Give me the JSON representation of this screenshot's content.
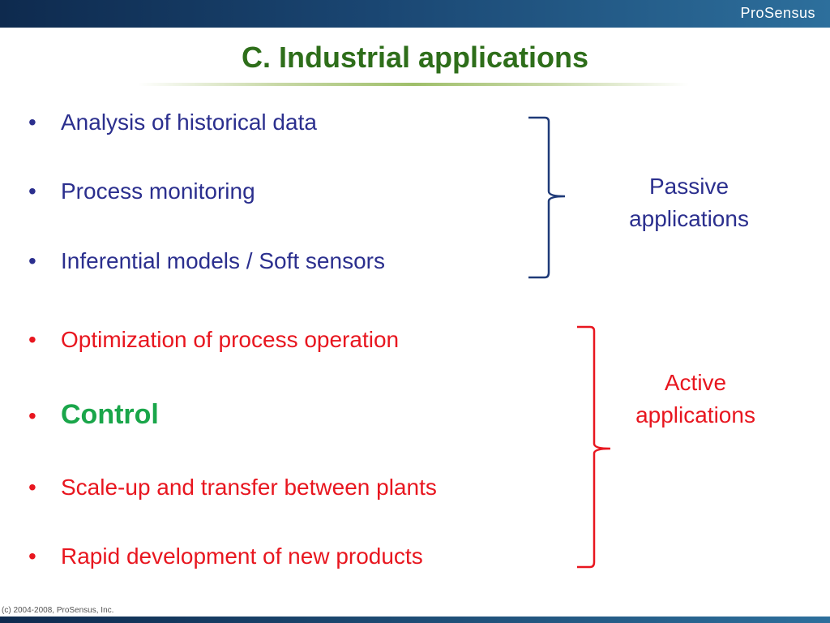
{
  "header": {
    "logo": "ProSensus"
  },
  "title": "C. Industrial applications",
  "passive": {
    "items": [
      "Analysis of historical data",
      "Process monitoring",
      "Inferential models / Soft sensors"
    ],
    "label": "Passive applications",
    "color": "#2b2f8e"
  },
  "active": {
    "items": [
      "Optimization of process operation",
      "Control",
      "Scale-up and transfer between plants",
      "Rapid development of new products"
    ],
    "label": "Active applications",
    "color": "#e8161f",
    "highlight_color": "#1aa64a"
  },
  "bullet_symbol": "•",
  "footer": {
    "copyright": "(c) 2004-2008, ProSensus, Inc."
  }
}
